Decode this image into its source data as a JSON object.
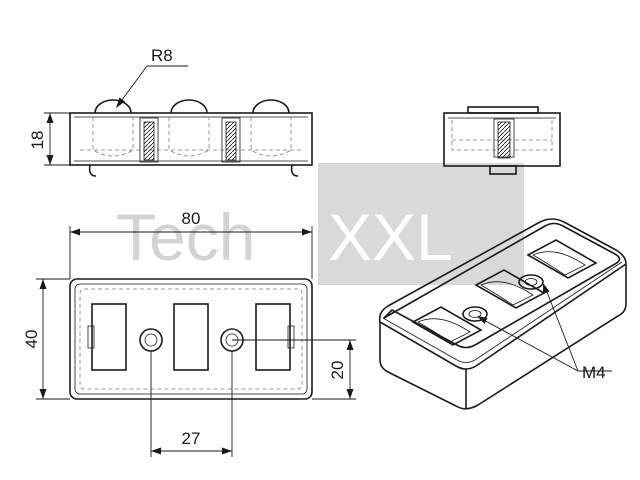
{
  "watermark": {
    "part1": "Tech",
    "part2": "XXL",
    "box_color": "#d9d9d9",
    "text_color": "#d3d3d3"
  },
  "dimensions": {
    "radius": "R8",
    "height": "18",
    "length": "80",
    "width": "40",
    "hole_offset": "20",
    "hole_spacing": "27",
    "thread": "M4"
  },
  "colors": {
    "line": "#1a1a1a",
    "hidden": "#7a7a7a",
    "background": "#ffffff"
  }
}
